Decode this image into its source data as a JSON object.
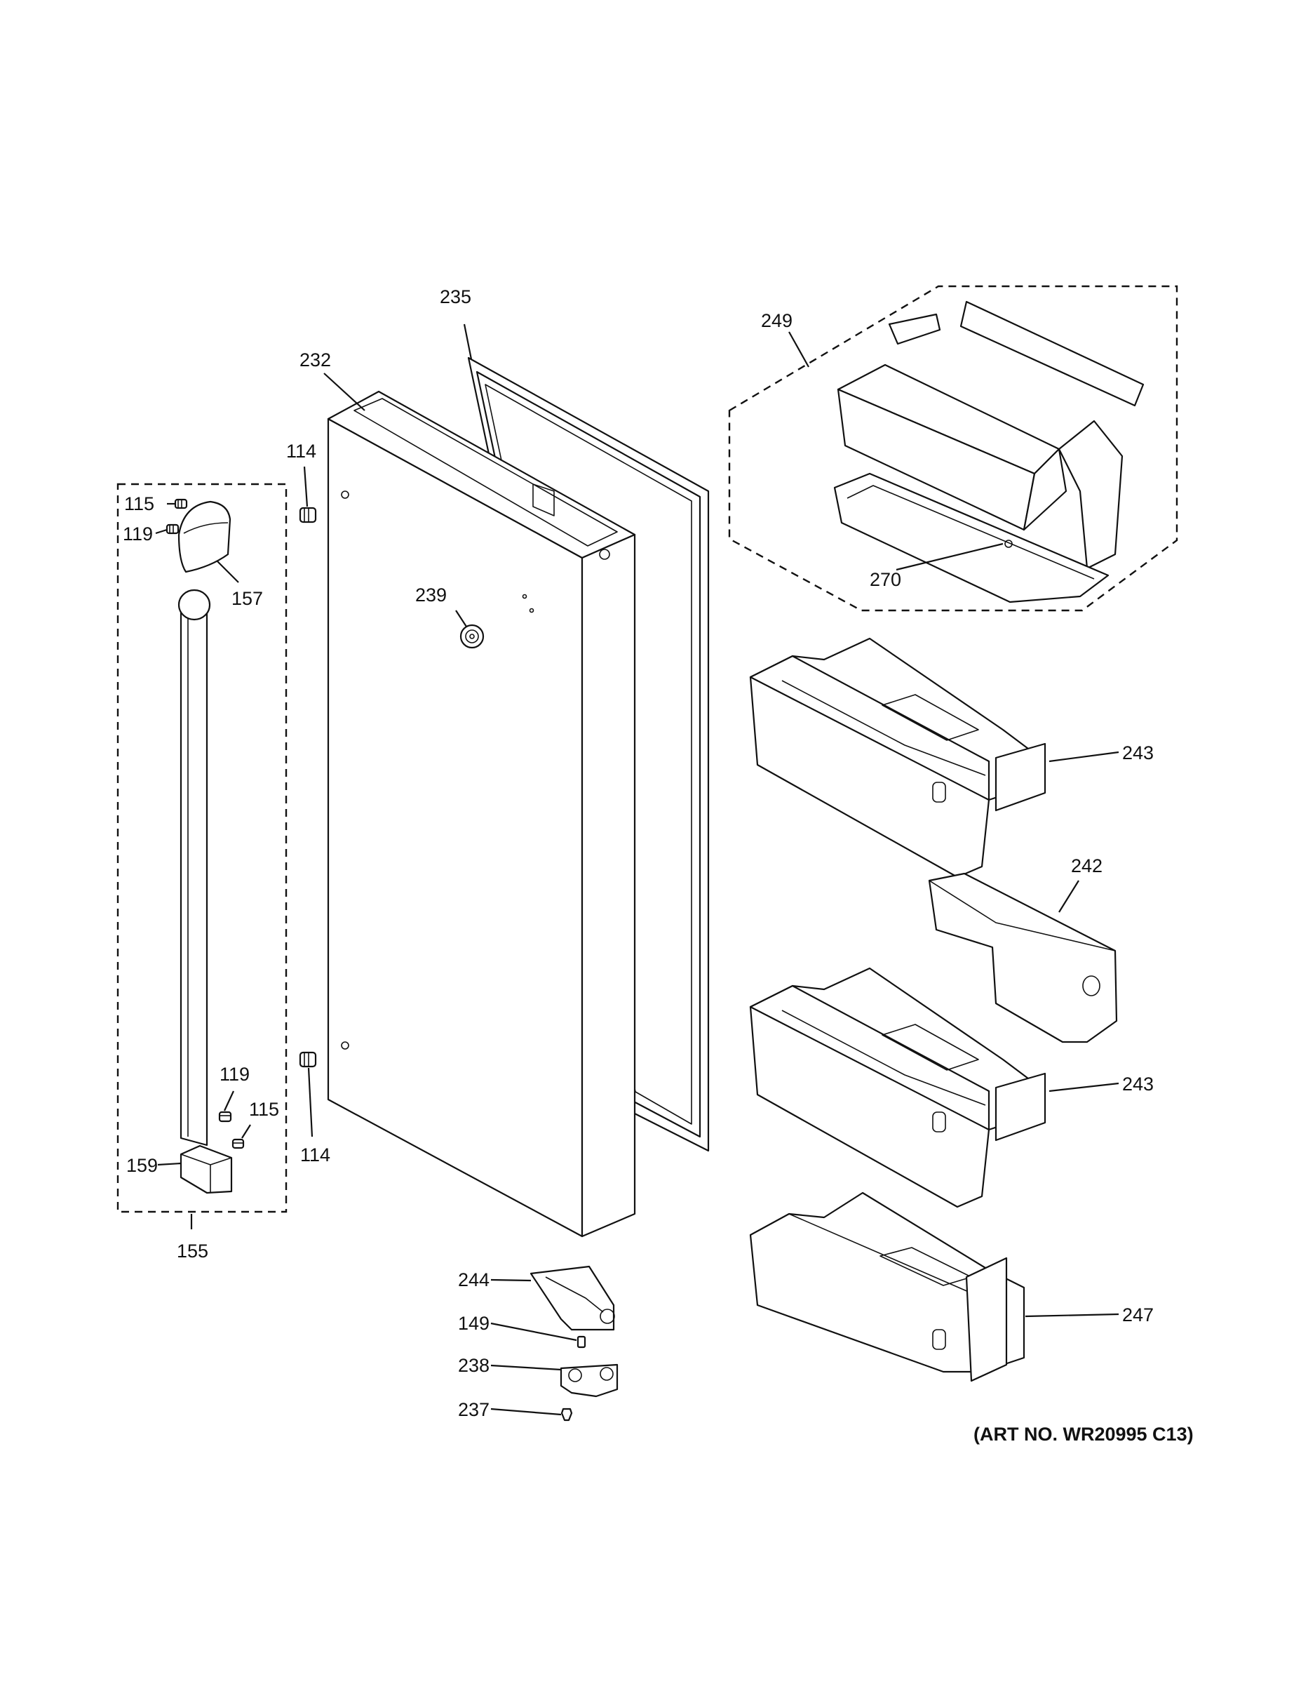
{
  "labels": {
    "p114_top": "114",
    "p114_bottom": "114",
    "p115_top": "115",
    "p115_bottom": "115",
    "p119_top": "119",
    "p119_bottom": "119",
    "p149": "149",
    "p155": "155",
    "p157": "157",
    "p159": "159",
    "p232": "232",
    "p235": "235",
    "p237": "237",
    "p238": "238",
    "p239": "239",
    "p242": "242",
    "p243_top": "243",
    "p243_bottom": "243",
    "p244": "244",
    "p247": "247",
    "p249": "249",
    "p270": "270"
  },
  "art_no": "(ART NO. WR20995 C13)"
}
